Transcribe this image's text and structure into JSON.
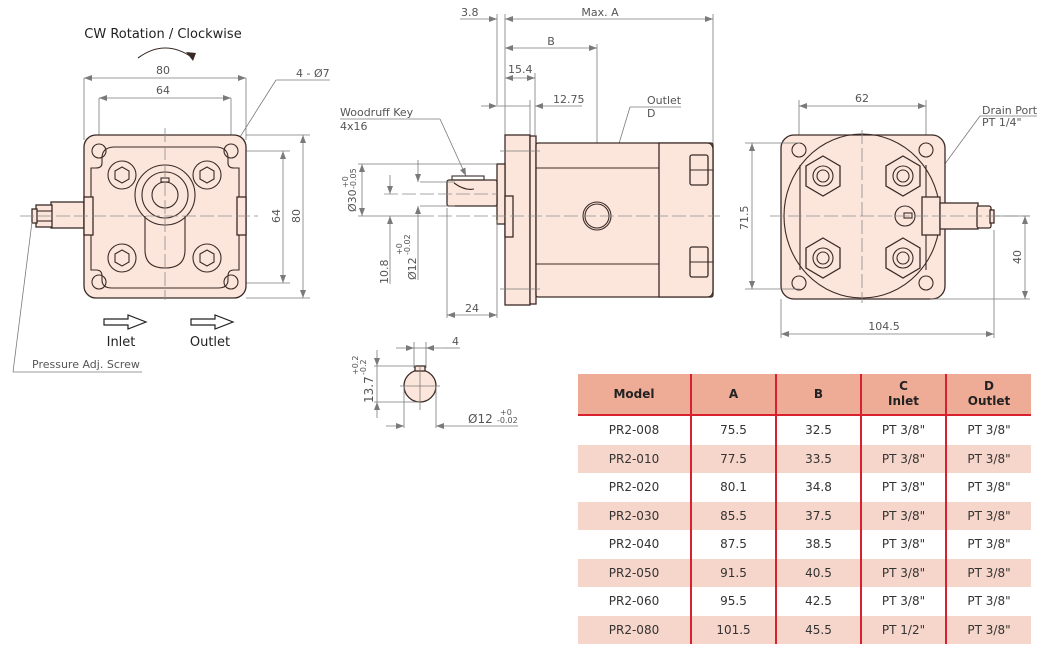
{
  "front_view": {
    "rotation_label": "CW Rotation / Clockwise",
    "dim_width_outer": "80",
    "dim_width_inner": "64",
    "dim_height_inner": "64",
    "dim_height_outer": "80",
    "holes_label": "4 - Ø7",
    "inlet_label": "Inlet",
    "outlet_label": "Outlet",
    "pressure_screw_label": "Pressure Adj. Screw"
  },
  "side_view": {
    "dim_flange": "3.8",
    "dim_max_a": "Max. A",
    "dim_b": "B",
    "dim_15_4": "15.4",
    "dim_12_75": "12.75",
    "outlet_label": "Outlet",
    "outlet_code": "D",
    "woodruff_label": "Woodruff Key",
    "woodruff_size": "4x16",
    "dim_pilot": "Ø30",
    "dim_pilot_tol_upper": "+0",
    "dim_pilot_tol_lower": "-0.05",
    "dim_shaft": "Ø12",
    "dim_shaft_tol_upper": "+0",
    "dim_shaft_tol_lower": "-0.02",
    "dim_offset": "10.8",
    "dim_shaft_length": "24"
  },
  "shaft_section": {
    "dim_key_width": "4",
    "dim_key_height": "13.7",
    "dim_key_tol_upper": "+0.2",
    "dim_key_tol_lower": "-0.2",
    "dim_diameter": "Ø12",
    "dim_diameter_tol_upper": "+0",
    "dim_diameter_tol_lower": "-0.02"
  },
  "rear_view": {
    "dim_62": "62",
    "drain_port_label": "Drain Port",
    "drain_port_size": "PT 1/4\"",
    "dim_71_5": "71.5",
    "dim_40": "40",
    "dim_104_5": "104.5"
  },
  "table": {
    "headers": [
      {
        "line1": "Model",
        "line2": ""
      },
      {
        "line1": "A",
        "line2": ""
      },
      {
        "line1": "B",
        "line2": ""
      },
      {
        "line1": "C",
        "line2": "Inlet"
      },
      {
        "line1": "D",
        "line2": "Outlet"
      }
    ],
    "rows": [
      [
        "PR2-008",
        "75.5",
        "32.5",
        "PT 3/8\"",
        "PT 3/8\""
      ],
      [
        "PR2-010",
        "77.5",
        "33.5",
        "PT 3/8\"",
        "PT 3/8\""
      ],
      [
        "PR2-020",
        "80.1",
        "34.8",
        "PT 3/8\"",
        "PT 3/8\""
      ],
      [
        "PR2-030",
        "85.5",
        "37.5",
        "PT 3/8\"",
        "PT 3/8\""
      ],
      [
        "PR2-040",
        "87.5",
        "38.5",
        "PT 3/8\"",
        "PT 3/8\""
      ],
      [
        "PR2-050",
        "91.5",
        "40.5",
        "PT 3/8\"",
        "PT 3/8\""
      ],
      [
        "PR2-060",
        "95.5",
        "42.5",
        "PT 3/8\"",
        "PT 3/8\""
      ],
      [
        "PR2-080",
        "101.5",
        "45.5",
        "PT 1/2\"",
        "PT 3/8\""
      ]
    ]
  },
  "colors": {
    "part_fill": "#fce6dc",
    "header_fill": "#eeab96",
    "stripe_fill": "#f6d6ca",
    "table_rule": "#d9202e"
  }
}
